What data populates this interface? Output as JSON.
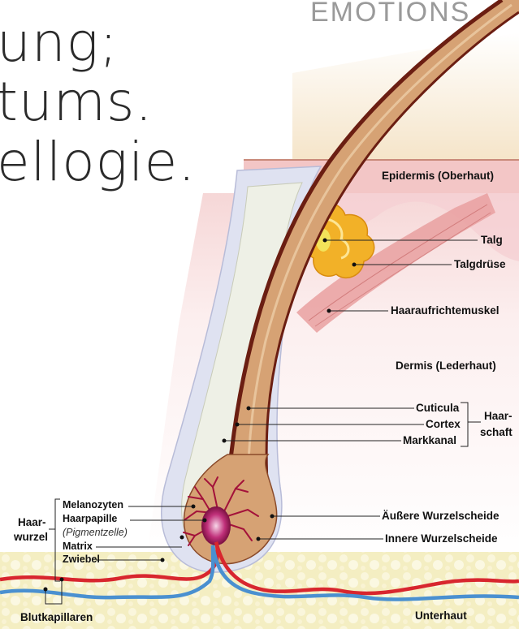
{
  "header": {
    "brand": "EMOTIONS",
    "text_lines": [
      "ung;",
      "tums.",
      "ellogie."
    ]
  },
  "labels": {
    "epidermis": "Epidermis (Oberhaut)",
    "talg": "Talg",
    "talgdruese": "Talgdrüse",
    "muskel": "Haaraufrichtemuskel",
    "dermis": "Dermis (Lederhaut)",
    "cuticula": "Cuticula",
    "cortex": "Cortex",
    "markkanal": "Markkanal",
    "haarschaft_1": "Haar-",
    "haarschaft_2": "schaft",
    "melanozyten": "Melanozyten",
    "haarpapille": "Haarpapille",
    "pigmentzelle": "(Pigmentzelle)",
    "matrix": "Matrix",
    "zwiebel": "Zwiebel",
    "haarwurzel_1": "Haar-",
    "haarwurzel_2": "wurzel",
    "aeussere": "Äußere Wurzelscheide",
    "innere": "Innere Wurzelscheide",
    "blutkapillaren": "Blutkapillaren",
    "unterhaut": "Unterhaut"
  },
  "colors": {
    "skin_top": "#f6ead3",
    "epidermis": "#f3c9c9",
    "dermis": "#fbeaea",
    "subcutis": "#f6f0c8",
    "hair_shaft": "#d9a877",
    "hair_dark": "#7a2a1a",
    "sheath_outer": "#dcdff0",
    "gland": "#f3b52a",
    "muscle": "#e79a9a",
    "artery": "#d8262e",
    "vein": "#4a90d0"
  }
}
